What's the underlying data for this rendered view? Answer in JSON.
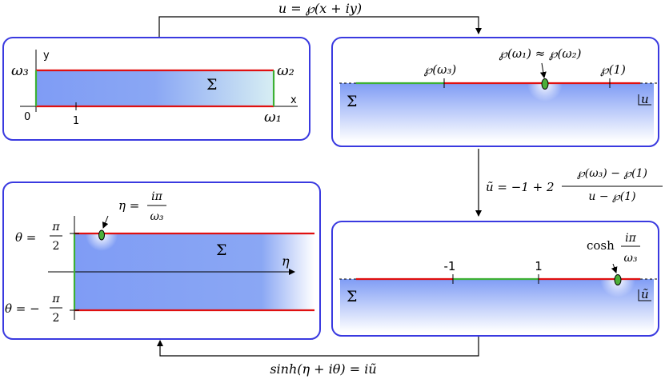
{
  "colors": {
    "panel_border": "#3a3ae0",
    "boundary_red": "#e01010",
    "boundary_green": "#3cb034",
    "region_blue": "#7f9cf5",
    "point_fill": "#4caf3a"
  },
  "maps": {
    "top": "u = ℘(x + iy)",
    "right_lhs": "ũ = −1 + 2",
    "right_num": "℘(ω₃) − ℘(1)",
    "right_den": "u − ℘(1)",
    "bottom": "sinh(η + iθ) = iũ"
  },
  "panel_rect": {
    "sigma": "Σ",
    "omega3": "ω₃",
    "omega2": "ω₂",
    "omega1": "ω₁",
    "origin": "0",
    "tick_one": "1",
    "x_axis": "x",
    "y_axis": "y"
  },
  "panel_u": {
    "sigma": "Σ",
    "corner": "u",
    "label_p3": "℘(ω₃)",
    "label_p12": "℘(ω₁) ≈ ℘(ω₂)",
    "label_p1": "℘(1)"
  },
  "panel_ut": {
    "sigma": "Σ",
    "corner": "ũ",
    "tick_neg1": "-1",
    "tick_1": "1",
    "cosh_label": "cosh",
    "frac_num": "iπ",
    "frac_den": "ω₃"
  },
  "panel_strip": {
    "sigma": "Σ",
    "eta_axis": "η",
    "eta_eq": "η =",
    "eta_num": "iπ",
    "eta_den": "ω₃",
    "theta_top": "θ =",
    "theta_bot": "θ = −",
    "pi": "π",
    "two": "2"
  }
}
